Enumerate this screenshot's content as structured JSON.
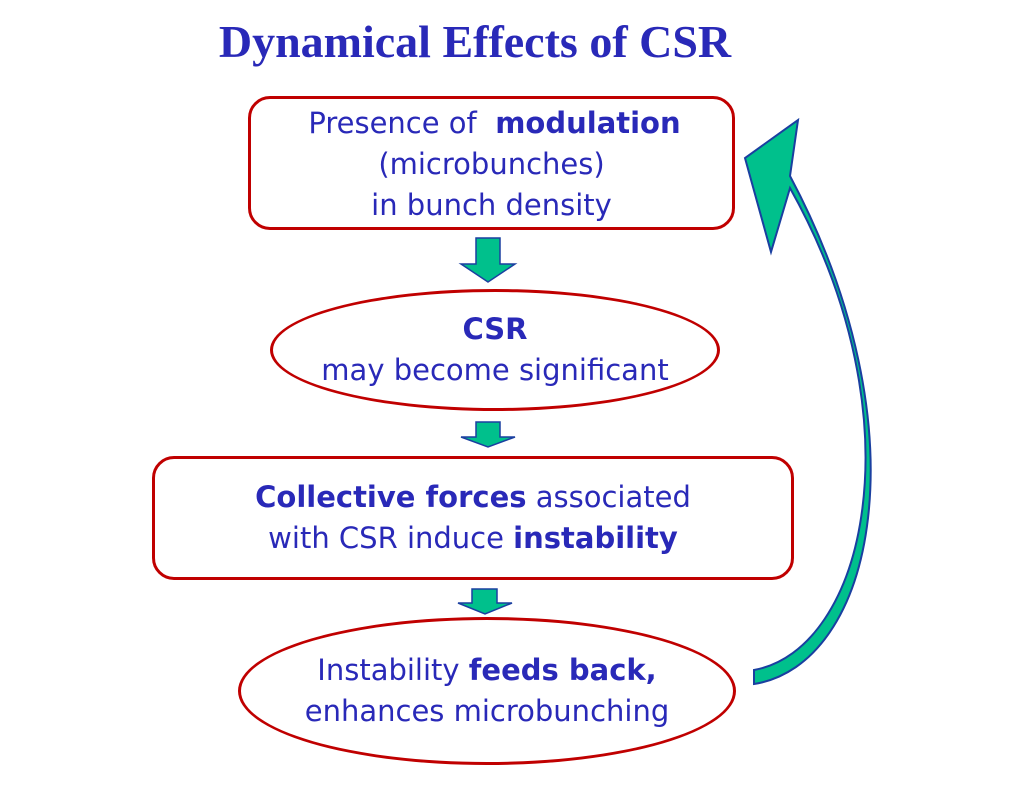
{
  "title": "Dynamical Effects of CSR",
  "colors": {
    "text": "#2929b8",
    "border": "#c00000",
    "arrow_fill": "#00c08c",
    "arrow_stroke": "#1a3fa0"
  },
  "nodes": [
    {
      "shape": "rounded-rectangle",
      "lines": [
        [
          {
            "text": "Presence of  ",
            "bold": false
          },
          {
            "text": "modulation",
            "bold": true
          }
        ],
        [
          {
            "text": "(microbunches)",
            "bold": false
          }
        ],
        [
          {
            "text": "in bunch density",
            "bold": false
          }
        ]
      ]
    },
    {
      "shape": "ellipse",
      "lines": [
        [
          {
            "text": "CSR",
            "bold": true
          }
        ],
        [
          {
            "text": "may become significant",
            "bold": false
          }
        ]
      ]
    },
    {
      "shape": "rounded-rectangle",
      "lines": [
        [
          {
            "text": "Collective forces",
            "bold": true
          },
          {
            "text": " associated",
            "bold": false
          }
        ],
        [
          {
            "text": "with CSR induce ",
            "bold": false
          },
          {
            "text": "instability",
            "bold": true
          }
        ]
      ]
    },
    {
      "shape": "ellipse",
      "lines": [
        [
          {
            "text": "Instability ",
            "bold": false
          },
          {
            "text": "feeds back,",
            "bold": true
          }
        ],
        [
          {
            "text": "enhances microbunching",
            "bold": false
          }
        ]
      ]
    }
  ],
  "flow_arrows": [
    "down-arrow-icon",
    "down-arrow-icon",
    "down-arrow-icon"
  ],
  "feedback_arrow": "curved-feedback-arrow-icon"
}
